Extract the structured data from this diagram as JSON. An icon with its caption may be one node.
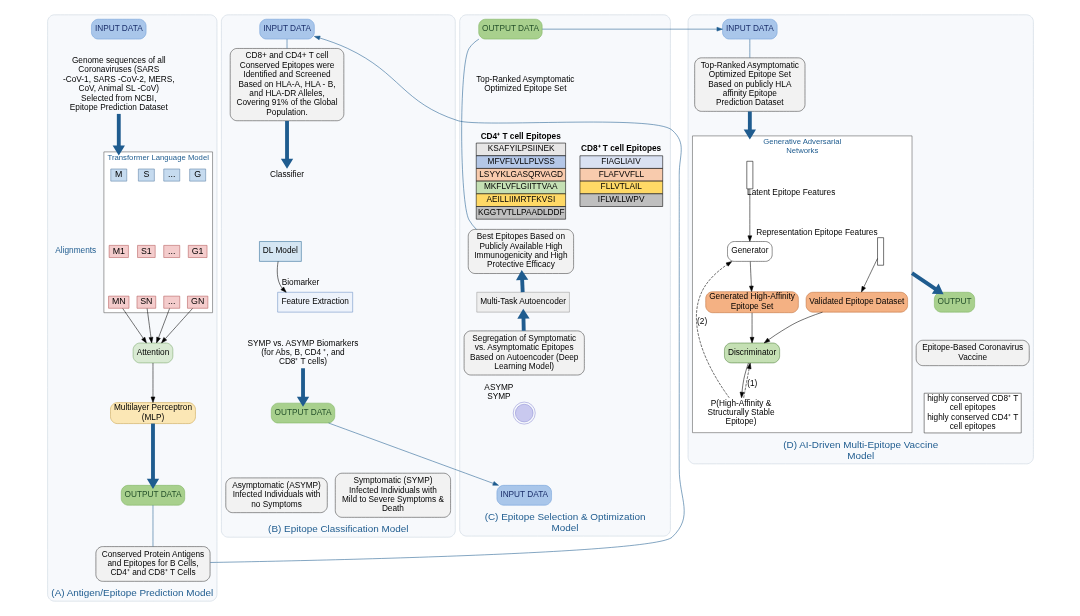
{
  "diagram": {
    "nodes": [
      {
        "text": [
          "(A) Antigen/Epitope Prediction Model"
        ]
      },
      {
        "text": [
          "INPUT DATA"
        ],
        "in": 0
      },
      {
        "text": [
          "Genome sequences of all Coronaviruses (SARS -CoV-1, SARS -CoV-2, MERS, CoV, Animal SL -CoV) Selected from NCBI, Epitope Prediction Dataset"
        ],
        "in": 0
      },
      {
        "text": [
          "Transformer Language Model"
        ],
        "in": 0
      },
      {
        "text": [
          "M"
        ],
        "in": 3
      },
      {
        "text": [
          "S"
        ],
        "in": 3
      },
      {
        "text": [
          "..."
        ],
        "in": 3
      },
      {
        "text": [
          "G"
        ],
        "in": 3
      },
      {
        "text": [
          "M1"
        ],
        "in": 3
      },
      {
        "text": [
          "S1"
        ],
        "in": 3
      },
      {
        "text": [
          "..."
        ],
        "in": 3
      },
      {
        "text": [
          "G1"
        ],
        "in": 3
      },
      {
        "text": [
          "MN"
        ],
        "in": 3
      },
      {
        "text": [
          "SN"
        ],
        "in": 3
      },
      {
        "text": [
          "..."
        ],
        "in": 3
      },
      {
        "text": [
          "GN"
        ],
        "in": 3
      },
      {
        "text": [
          "Attention"
        ],
        "in": 0
      },
      {
        "text": [
          "Multilayer Perceptron (MLP)"
        ],
        "in": 0
      },
      {
        "text": [
          "OUTPUT DATA"
        ],
        "in": 0
      },
      {
        "text": [
          "Conserved Protein Antigens and Epitopes for B Cells, CD4⁺ and CD8⁺ T Cells"
        ],
        "in": 0
      },
      {
        "text": [
          "(B) Epitope Classification Model"
        ]
      },
      {
        "text": [
          "INPUT DATA"
        ],
        "in": 20
      },
      {
        "text": [
          "CD8+ and CD4+ T cell Conserved Epitopes were Identified and Screened Based on HLA-A, HLA - B, and HLA-DR Alleles, Covering 91% of the Global Population."
        ],
        "in": 20
      },
      {
        "text": [
          "Classifier"
        ],
        "in": 20
      },
      {
        "text": [
          "DL Model"
        ],
        "in": 20
      },
      {
        "text": [
          "Feature Extraction"
        ],
        "in": 20
      },
      {
        "text": [
          "SYMP vs. ASYMP Biomarkers (for Abs, B, CD4 ⁺, and CD8⁺ T cells)"
        ],
        "in": 20
      },
      {
        "text": [
          "OUTPUT DATA"
        ],
        "in": 20
      },
      {
        "text": [
          "Asymptomatic (ASYMP)",
          "Infected Individuals with no Symptoms"
        ],
        "in": 20
      },
      {
        "text": [
          "Symptomatic (SYMP)",
          "Infected Individuals with Mild to Severe Symptoms & Death"
        ],
        "in": 20
      },
      {
        "text": [
          "(C) Epitope Selection & Optimization Model"
        ]
      },
      {
        "text": [
          "OUTPUT DATA"
        ],
        "in": 30
      },
      {
        "text": [
          "CD4⁺ T cell Epitopes",
          "KSAFYILPSIINEK",
          "MFVFLVLLPLVSS",
          "LSYYKLGASQRVAGD",
          "MKFLVFLGIITTVAA",
          "AEILLIIMRTFKVSI",
          "KGGTVTLLPAADLDDF"
        ],
        "in": 30
      },
      {
        "text": [
          "CD8⁺ T cell Epitopes",
          "FIAGLIAIV",
          "FLAFVVFLL",
          "FLLVTLAIL",
          "IFLWLLWPV"
        ],
        "in": 30
      },
      {
        "text": [
          "Best Epitopes Based on Publicly Available High Immunogenicity and High Protective Efficacy"
        ],
        "in": 30
      },
      {
        "text": [
          "Multi-Task Autoencoder"
        ],
        "in": 30
      },
      {
        "text": [
          "Segregation of Symptomatic vs. Asymptomatic Epitopes Based on Autoencoder (Deep Learning Model)"
        ],
        "in": 30
      },
      {
        "text": [],
        "shape": "circle",
        "in": 30,
        "beside": [
          "ASYMP",
          "SYMP"
        ]
      },
      {
        "text": [
          "INPUT DATA"
        ],
        "in": 30
      },
      {
        "text": [
          "(D) AI-Driven Multi-Epitope Vaccine Model"
        ]
      },
      {
        "text": [
          "INPUT DATA"
        ],
        "in": 39
      },
      {
        "text": [
          "Top-Ranked Asymptomatic Optimized Epitope Set Based on publicly HLA affinity Epitope Prediction Dataset"
        ],
        "in": 39
      },
      {
        "text": [
          "Generative Adversarial Networks"
        ],
        "in": 39
      },
      {
        "text": [],
        "shape": "bar",
        "in": 42,
        "beside": [
          "Latent Epitope Features"
        ]
      },
      {
        "text": [
          "Generator"
        ],
        "in": 42
      },
      {
        "text": [
          "Generated High-Affinity Epitope Set"
        ],
        "in": 42
      },
      {
        "text": [
          "Discriminator"
        ],
        "in": 42
      },
      {
        "text": [
          "P(High-Affinity & Structurally Stable Epitope)"
        ],
        "in": 42
      },
      {
        "text": [
          "Validated Epitope Dataset"
        ],
        "in": 42
      },
      {
        "text": [],
        "shape": "bar",
        "in": 42,
        "beside": [
          "Representation Epitope Features"
        ]
      },
      {
        "text": [
          "OUTPUT"
        ],
        "in": 39
      },
      {
        "text": [
          "Epitope-Based Coronavirus Vaccine"
        ],
        "in": 39
      },
      {
        "text": [
          "highly conserved CD8⁺ T cell epitopes",
          "highly conserved CD4⁺ T cell epitopes"
        ],
        "in": 39
      }
    ],
    "edges": [
      {
        "from": 2,
        "to": 3,
        "arrow": "to",
        "style": "thick"
      },
      {
        "from": 12,
        "to": 16,
        "arrow": "to",
        "color": "#000000"
      },
      {
        "from": 13,
        "to": 16,
        "arrow": "to",
        "color": "#000000"
      },
      {
        "from": 14,
        "to": 16,
        "arrow": "to",
        "color": "#000000"
      },
      {
        "from": 15,
        "to": 16,
        "arrow": "to",
        "color": "#000000"
      },
      {
        "from": 16,
        "to": 17,
        "arrow": "to",
        "color": "#000000"
      },
      {
        "from": 17,
        "to": 18,
        "arrow": "to",
        "style": "thick"
      },
      {
        "from": 18,
        "to": 19,
        "arrow": "none"
      },
      {
        "from": 19,
        "to": 21,
        "arrow": "to"
      },
      {
        "from": 21,
        "to": 22,
        "arrow": "none"
      },
      {
        "from": 22,
        "to": 23,
        "arrow": "to",
        "style": "thick"
      },
      {
        "from": 24,
        "to": 25,
        "arrow": "to",
        "label": "Biomarker",
        "color": "#000000"
      },
      {
        "from": 26,
        "to": 27,
        "arrow": "to",
        "style": "thick"
      },
      {
        "from": 27,
        "to": 38,
        "arrow": "to"
      },
      {
        "from": 36,
        "to": 35,
        "arrow": "to",
        "style": "thick"
      },
      {
        "from": 35,
        "to": 34,
        "arrow": "to",
        "style": "thick"
      },
      {
        "from": 34,
        "to": 31,
        "arrow": "none"
      },
      {
        "from": 31,
        "to": 40,
        "arrow": "to"
      },
      {
        "from": 40,
        "to": 41,
        "arrow": "none"
      },
      {
        "from": 41,
        "to": 42,
        "arrow": "to",
        "style": "thick"
      },
      {
        "from": 42,
        "to": 50,
        "arrow": "to",
        "style": "thick"
      },
      {
        "from": 43,
        "to": 44,
        "arrow": "to",
        "color": "#000000"
      },
      {
        "from": 44,
        "to": 45,
        "arrow": "to",
        "color": "#000000"
      },
      {
        "from": 45,
        "to": 46,
        "arrow": "to",
        "color": "#000000"
      },
      {
        "from": 48,
        "to": 46,
        "arrow": "to",
        "color": "#000000"
      },
      {
        "from": 49,
        "to": 48,
        "arrow": "to",
        "color": "#000000"
      },
      {
        "from": 46,
        "to": 47,
        "arrow": "to",
        "color": "#000000"
      },
      {
        "from": 47,
        "to": 46,
        "arrow": "to",
        "label": "(1)",
        "style": "dashed",
        "color": "#000000"
      },
      {
        "from": 47,
        "to": 44,
        "arrow": "to",
        "label": "(2)",
        "style": "dashed",
        "color": "#000000"
      }
    ],
    "labels": [
      "Alignments",
      "Top-Ranked Asymptomatic Optimized Epitope Set"
    ]
  }
}
